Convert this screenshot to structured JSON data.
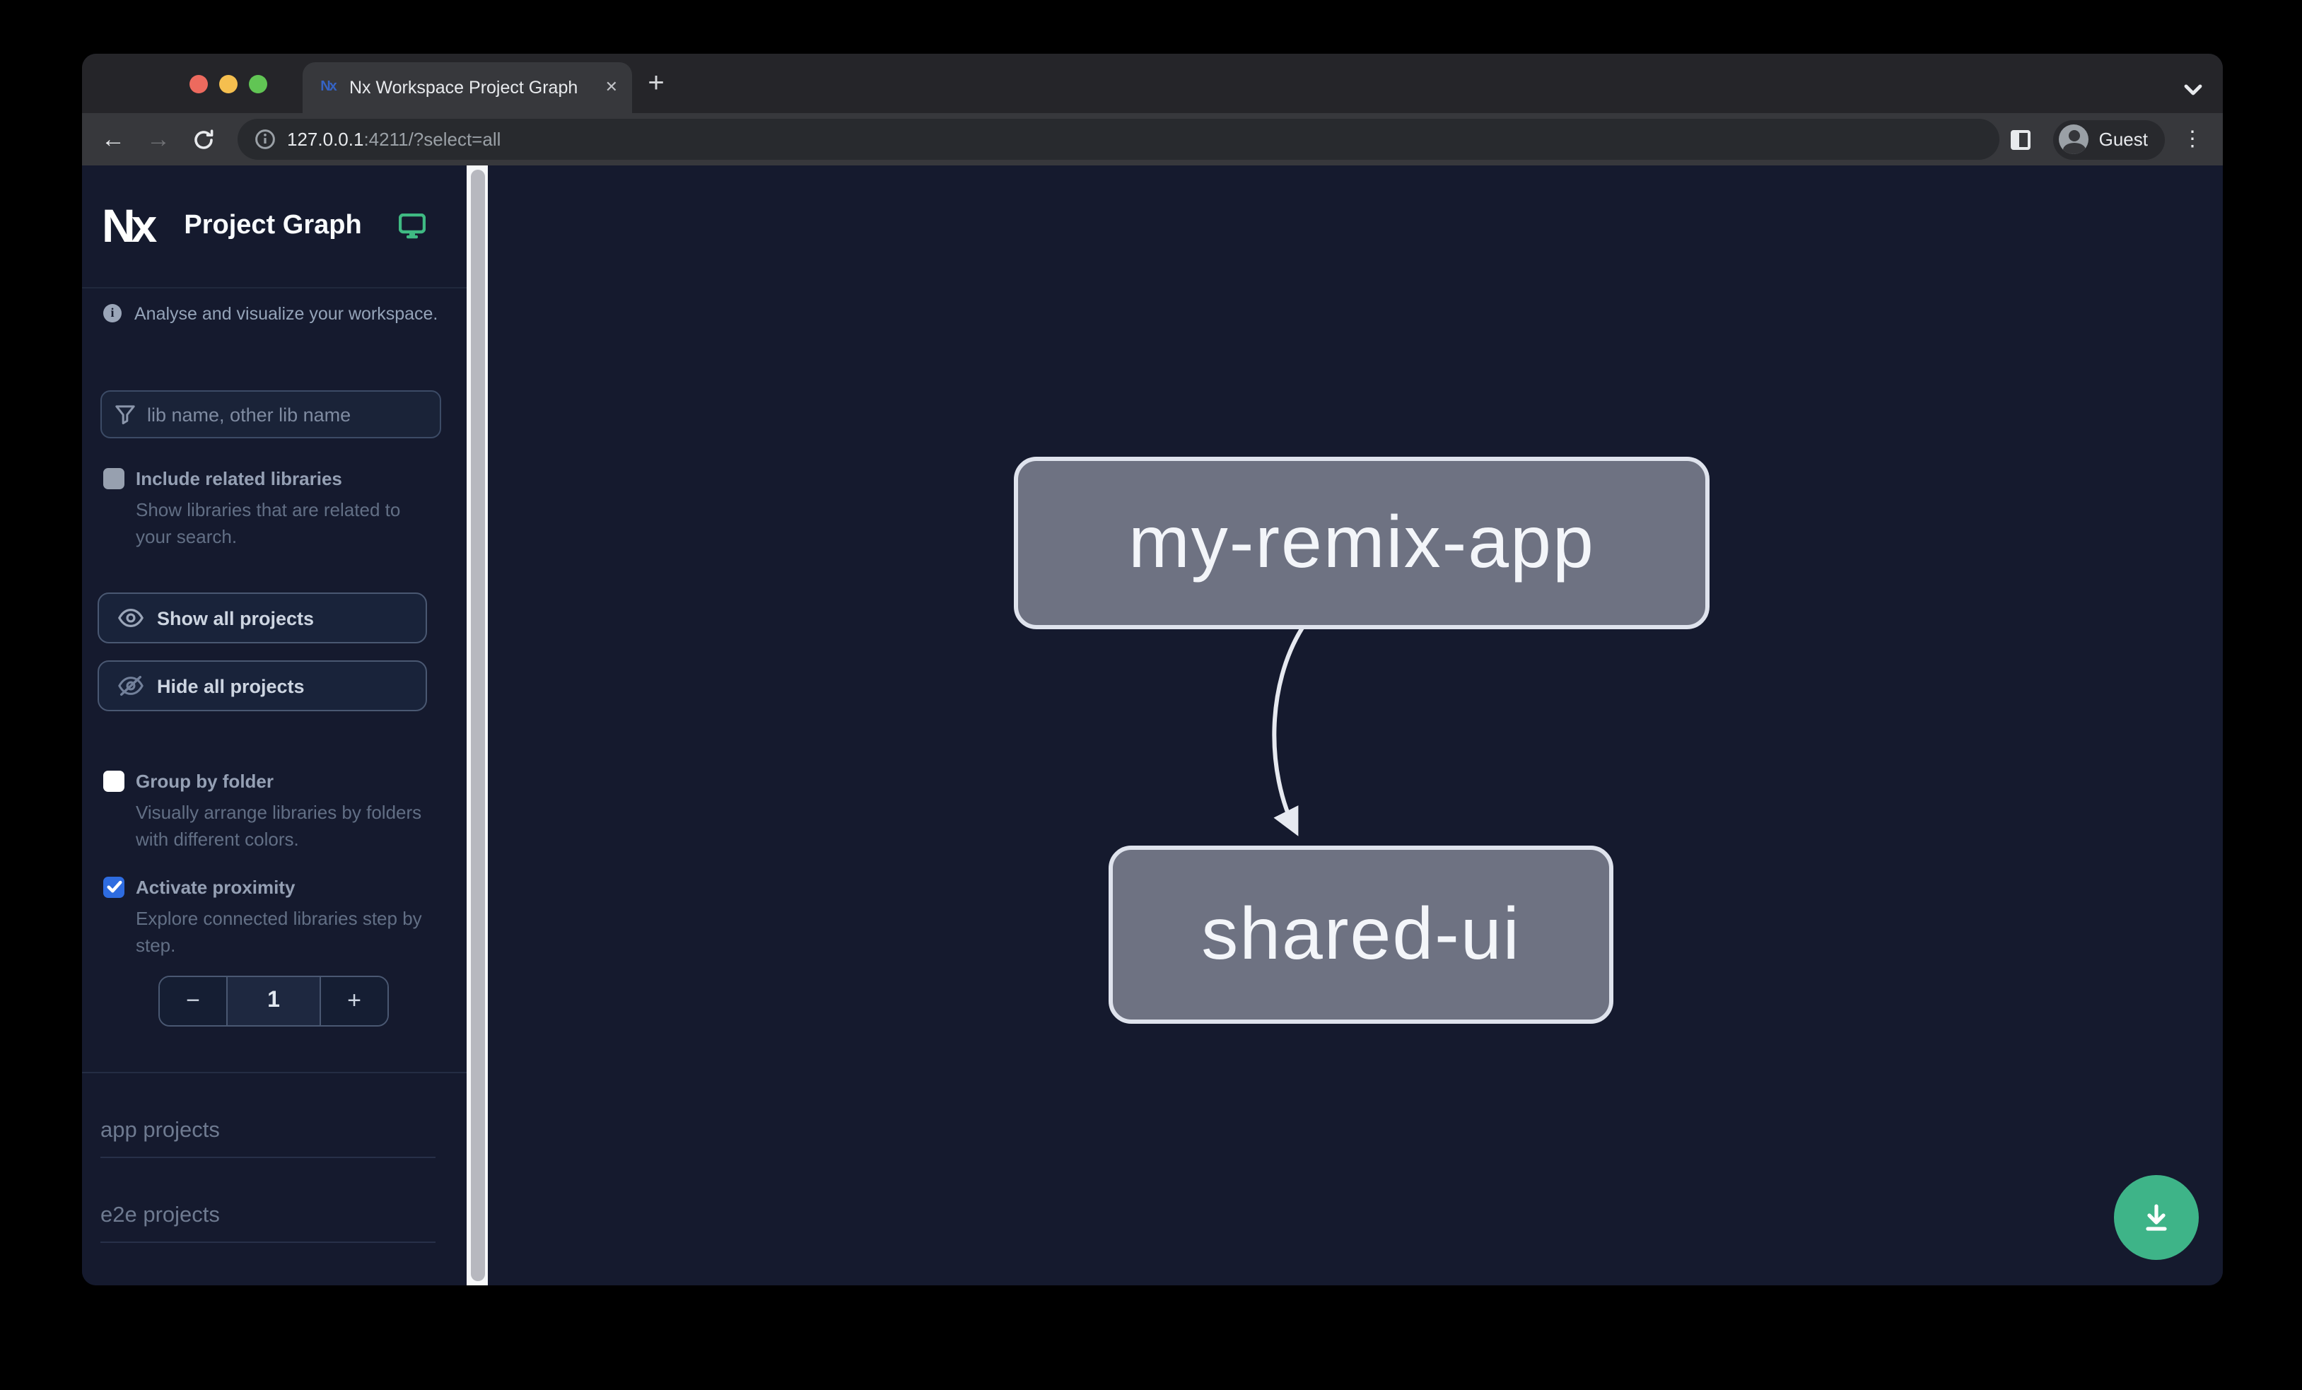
{
  "browser": {
    "tab": {
      "title": "Nx Workspace Project Graph",
      "close_glyph": "✕",
      "favicon": "nx-logo-icon"
    },
    "new_tab_glyph": "+",
    "back_glyph": "←",
    "forward_glyph": "→",
    "url": {
      "host": "127.0.0.1",
      "rest": ":4211/?select=all"
    },
    "profile_label": "Guest",
    "menu_glyph": "⋮"
  },
  "sidebar": {
    "logo_text": "Nx",
    "title": "Project Graph",
    "tagline": "Analyse and visualize your workspace.",
    "info_glyph": "i",
    "search": {
      "placeholder": "lib name, other lib name"
    },
    "toggles": [
      {
        "label": "Include related libraries",
        "description": "Show libraries that are related to your search.",
        "checked": false,
        "enabled": false
      },
      {
        "label": "Group by folder",
        "description": "Visually arrange libraries by folders with different colors.",
        "checked": false,
        "enabled": true
      },
      {
        "label": "Activate proximity",
        "description": "Explore connected libraries step by step.",
        "checked": true,
        "enabled": true
      }
    ],
    "buttons": [
      {
        "label": "Show all projects",
        "icon": "eye-icon"
      },
      {
        "label": "Hide all projects",
        "icon": "eye-off-icon"
      }
    ],
    "proximity_stepper": {
      "decrement": "−",
      "value": "1",
      "increment": "+"
    },
    "sections": [
      {
        "label": "app projects"
      },
      {
        "label": "e2e projects"
      }
    ]
  },
  "graph": {
    "nodes": [
      {
        "id": "my-remix-app",
        "label": "my-remix-app"
      },
      {
        "id": "shared-ui",
        "label": "shared-ui"
      }
    ],
    "edges": [
      {
        "source": "my-remix-app",
        "target": "shared-ui"
      }
    ]
  },
  "fab": {
    "icon": "download-icon"
  },
  "colors": {
    "window_bg": "#151a2e",
    "node_fill": "#6e7282",
    "node_border": "#dfe3ed",
    "accent_checkbox": "#2e6ce0",
    "fab_green": "#3eb488",
    "monitor_green": "#3fba83",
    "scroll_track": "#f7f8fa",
    "scroll_thumb": "#b7b8bf"
  }
}
